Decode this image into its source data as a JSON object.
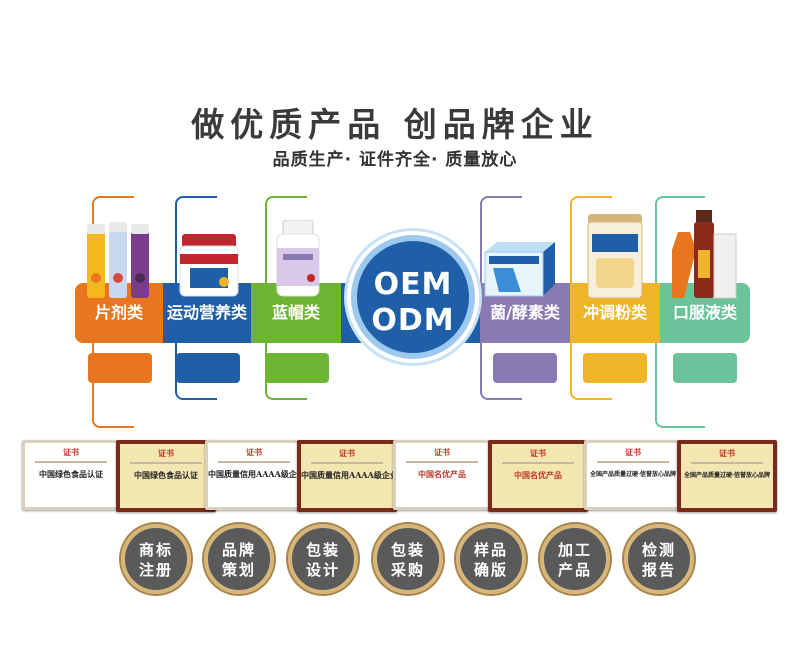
{
  "header": {
    "title": "做优质产品  创品牌企业",
    "subtitle": "品质生产· 证件齐全·  质量放心"
  },
  "center": {
    "line1": "OEM",
    "line2": "ODM"
  },
  "categories": [
    {
      "label": "片剂类",
      "color": "#e8761e"
    },
    {
      "label": "运动营养类",
      "color": "#1f5fa8"
    },
    {
      "label": "蓝帽类",
      "color": "#6db433"
    },
    {
      "label": "菌/酵素类",
      "color": "#8a7ab4"
    },
    {
      "label": "冲调粉类",
      "color": "#f0b429"
    },
    {
      "label": "口服液类",
      "color": "#6cc39a"
    }
  ],
  "certificates": [
    {
      "heading": "证书",
      "name": "中国绿色食品认证"
    },
    {
      "heading": "证书",
      "name": "中国绿色食品认证"
    },
    {
      "heading": "证书",
      "name": "中国质量信用AAAA级企业"
    },
    {
      "heading": "证书",
      "name": "中国质量信用AAAA级企业"
    },
    {
      "heading": "证书",
      "name": "中国名优产品"
    },
    {
      "heading": "证书",
      "name": "中国名优产品"
    },
    {
      "heading": "证书",
      "name": "全国产品质量过硬·信誉放心品牌"
    },
    {
      "heading": "证书",
      "name": "全国产品质量过硬·信誉放心品牌"
    }
  ],
  "services": [
    {
      "line1": "商标",
      "line2": "注册"
    },
    {
      "line1": "品牌",
      "line2": "策划"
    },
    {
      "line1": "包装",
      "line2": "设计"
    },
    {
      "line1": "包装",
      "line2": "采购"
    },
    {
      "line1": "样品",
      "line2": "确版"
    },
    {
      "line1": "加工",
      "line2": "产品"
    },
    {
      "line1": "检测",
      "line2": "报告"
    }
  ]
}
